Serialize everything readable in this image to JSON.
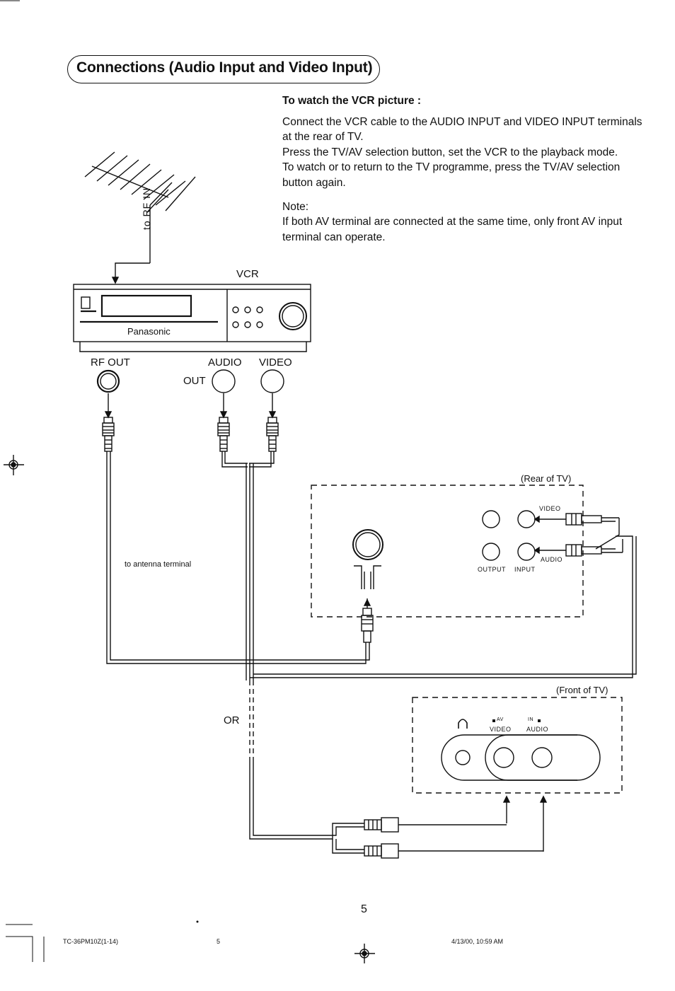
{
  "section_title": "Connections (Audio Input and Video Input)",
  "instructions": {
    "heading": "To watch the VCR picture :",
    "para1": "Connect the VCR cable to the AUDIO INPUT and VIDEO INPUT terminals at the rear of TV.",
    "para2": "Press the TV/AV selection button, set the VCR to the playback mode.",
    "para3": "To watch or to return to the TV programme, press the TV/AV selection button again.",
    "note_label": "Note:",
    "note_text": "If both AV terminal are connected at the same time, only front AV input terminal can operate."
  },
  "diagram": {
    "antenna_label": "to RF IN",
    "vcr_label": "VCR",
    "brand": "Panasonic",
    "rf_out": "RF OUT",
    "audio": "AUDIO",
    "video": "VIDEO",
    "out": "OUT",
    "antenna_terminal": "to antenna terminal",
    "rear_of_tv": "(Rear of TV)",
    "rear_video": "VIDEO",
    "rear_audio": "AUDIO",
    "rear_output": "OUTPUT",
    "rear_input": "INPUT",
    "or_label": "OR",
    "front_of_tv": "(Front of TV)",
    "front_av": "AV",
    "front_in": "IN",
    "front_video": "VIDEO",
    "front_audio": "AUDIO"
  },
  "page_number": "5",
  "footer": {
    "doc_code": "TC-36PM10Z(1-14)",
    "page": "5",
    "timestamp": "4/13/00, 10:59 AM"
  },
  "icons": [
    "antenna-icon",
    "headphone-icon",
    "registration-mark-icon",
    "rca-plug-icon"
  ]
}
